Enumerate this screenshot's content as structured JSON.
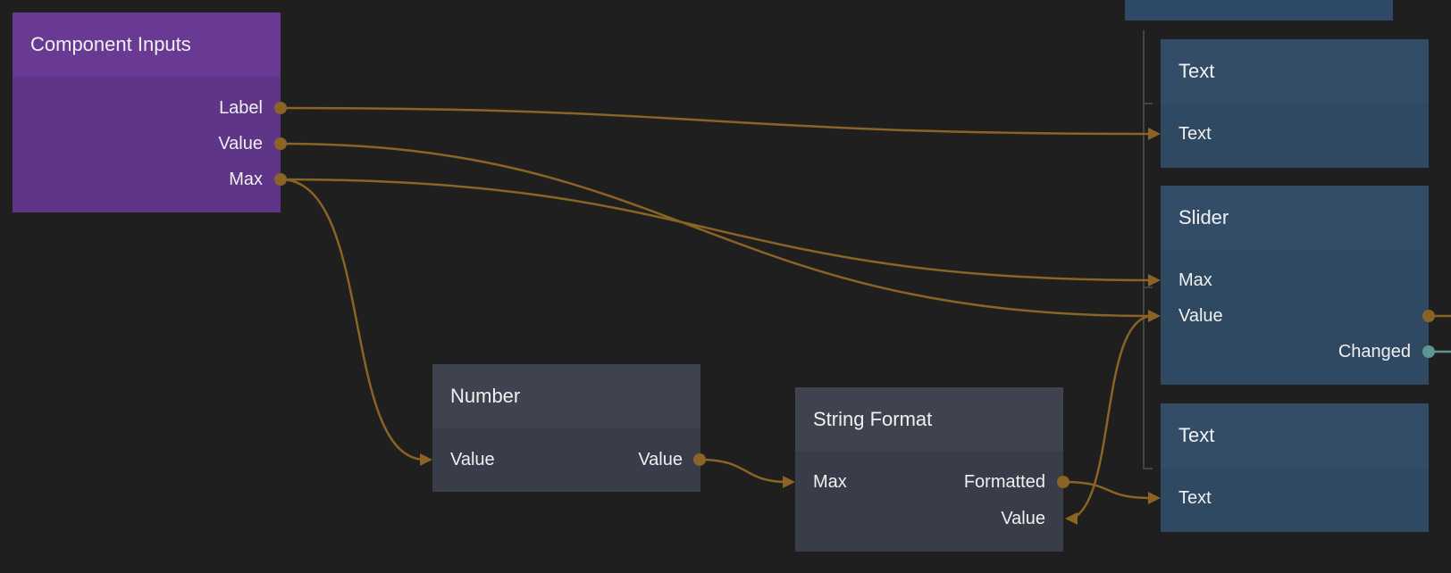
{
  "colors": {
    "background": "#1f1f1f",
    "edge": "#8a6425",
    "signal": "#5e9491",
    "component_inputs": "#683a94",
    "visual": "#334d69",
    "logic": "#3e4250"
  },
  "nodes": {
    "component_inputs": {
      "title": "Component Inputs",
      "outputs": [
        "Label",
        "Value",
        "Max"
      ]
    },
    "text1": {
      "title": "Text",
      "inputs": [
        "Text"
      ]
    },
    "slider": {
      "title": "Slider",
      "inputs": [
        "Max",
        "Value"
      ],
      "outputs": [
        "Changed"
      ]
    },
    "text2": {
      "title": "Text",
      "inputs": [
        "Text"
      ]
    },
    "number": {
      "title": "Number",
      "inputs": [
        "Value"
      ],
      "outputs": [
        "Value"
      ]
    },
    "string_format": {
      "title": "String Format",
      "inputs": [
        "Max"
      ],
      "outputs": [
        "Formatted",
        "Value"
      ]
    }
  }
}
